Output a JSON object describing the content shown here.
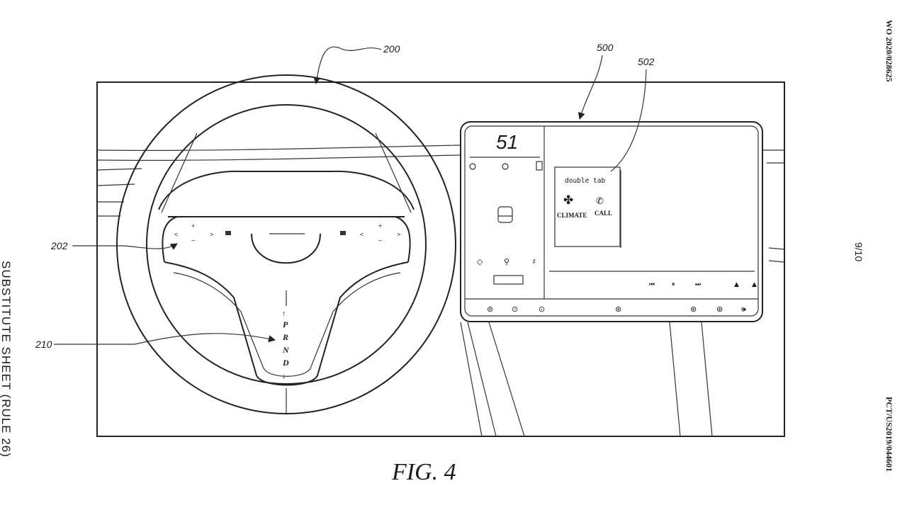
{
  "margins": {
    "left": "SUBSTITUTE SHEET (RULE 26)",
    "publication_number": "WO 2020/028625",
    "application_number": "PCT/US2019/044601",
    "sheet_number": "9/10"
  },
  "figure": {
    "title": "FIG. 4"
  },
  "reference_labels": {
    "steering_wheel": "200",
    "controls": "202",
    "gear_selector": "210",
    "display": "500",
    "popup": "502"
  },
  "display": {
    "speed": "51",
    "popup_title": "double tab",
    "popup_options": [
      "CLIMATE",
      "CALL"
    ]
  },
  "gear_selector": {
    "gears": [
      "P",
      "R",
      "N",
      "D"
    ]
  },
  "icons": {
    "climate": "fan-icon",
    "call": "phone-icon",
    "volume": "speaker-icon",
    "previous": "skip-back-icon",
    "pause": "pause-icon",
    "next": "skip-forward-icon"
  }
}
